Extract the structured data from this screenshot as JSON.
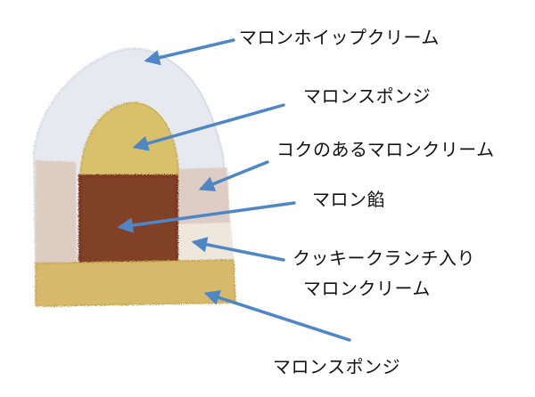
{
  "labels": [
    {
      "id": "whip",
      "text": "マロンホイップクリーム"
    },
    {
      "id": "sponge_top",
      "text": "マロンスポンジ"
    },
    {
      "id": "rich_cream",
      "text": "コクのあるマロンクリーム"
    },
    {
      "id": "paste",
      "text": "マロン餡"
    },
    {
      "id": "cookie_line1",
      "text": "クッキークランチ入り"
    },
    {
      "id": "cookie_line2",
      "text": "マロンクリーム"
    },
    {
      "id": "sponge_base",
      "text": "マロンスポンジ"
    }
  ],
  "colors": {
    "arrow": "#4f86c6",
    "whip_cream": "#e6e9f0",
    "sponge": "#d9c06a",
    "chestnut_paste": "#7a3a22",
    "base_sponge": "#d6b96a",
    "cookie_cream": "#efe6dc"
  }
}
